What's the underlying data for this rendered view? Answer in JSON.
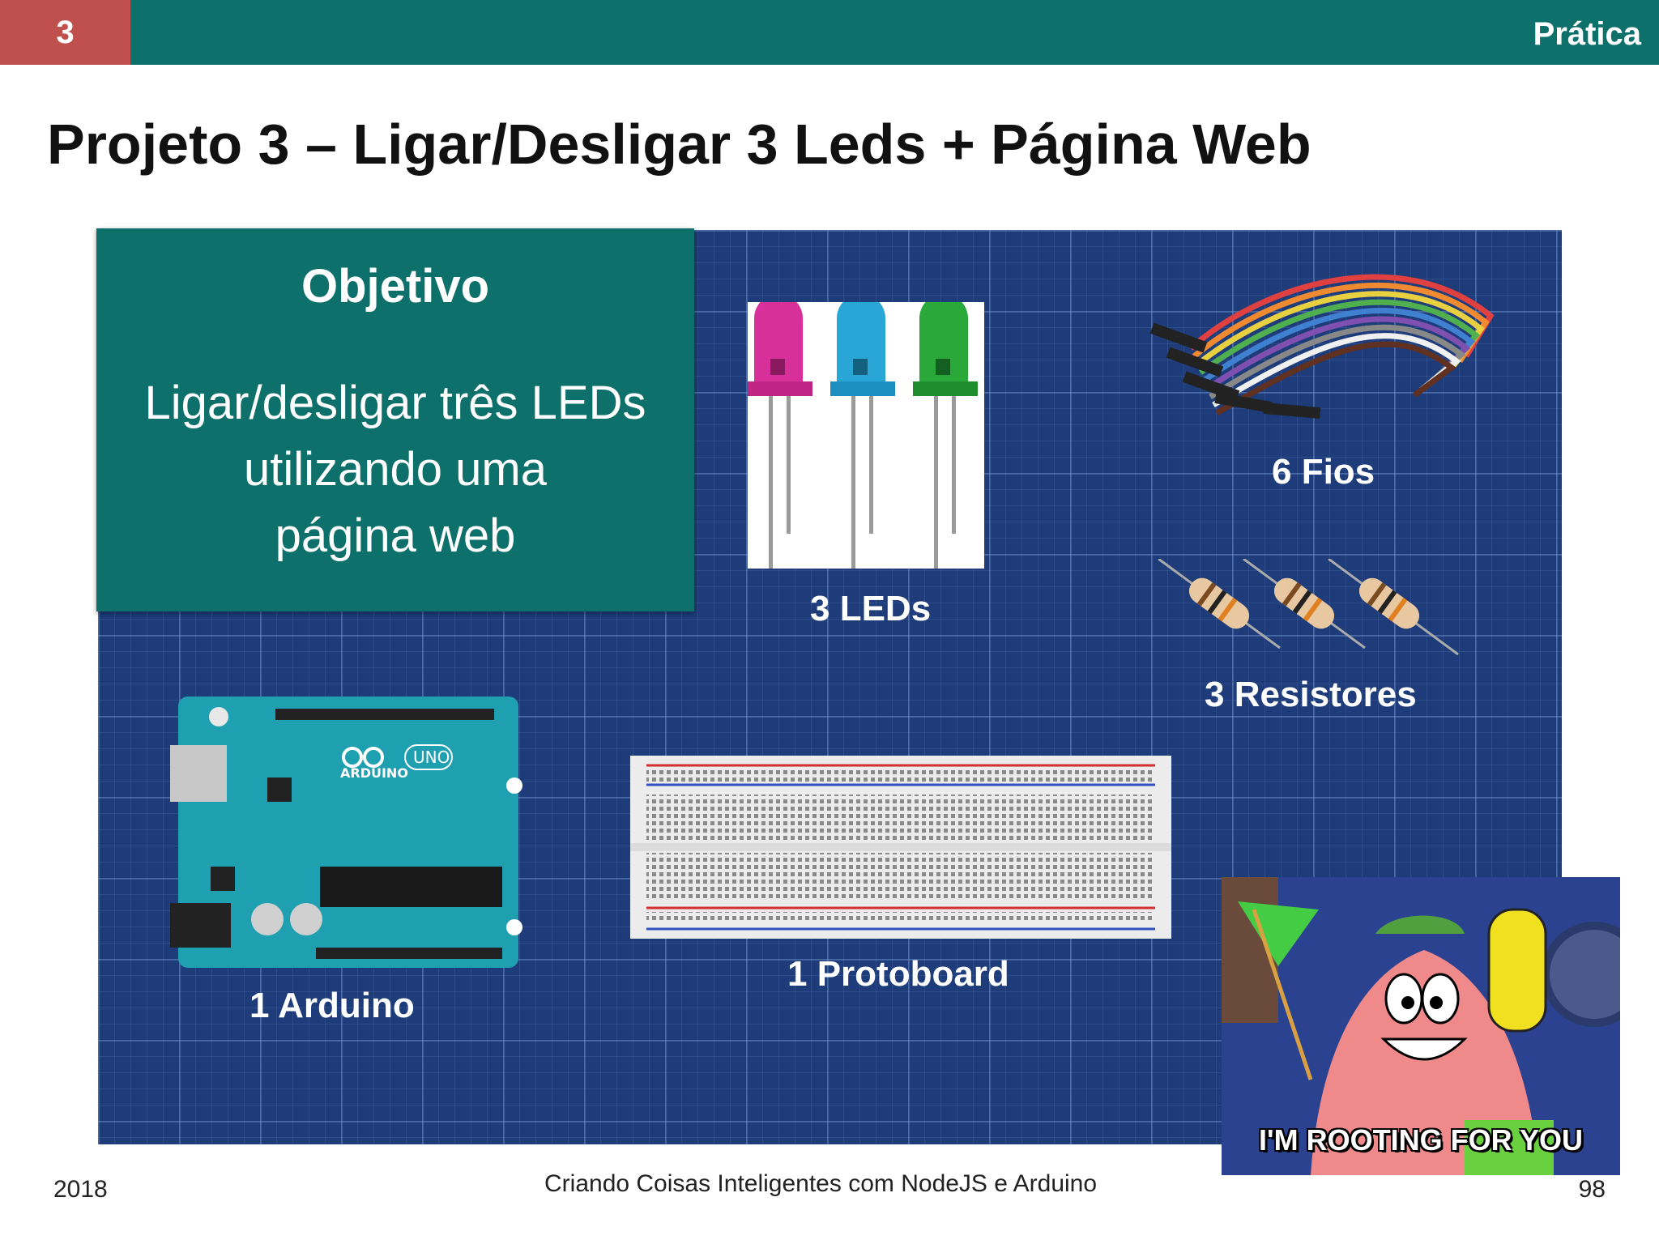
{
  "header": {
    "section_number": "3",
    "section_title": "Prática"
  },
  "slide": {
    "title": "Projeto 3 – Ligar/Desligar 3 Leds + Página Web"
  },
  "objective": {
    "heading": "Objetivo",
    "lines": [
      "Ligar/desligar três LEDs",
      "utilizando uma",
      "página web"
    ]
  },
  "components": {
    "leds": "3 LEDs",
    "wires": "6 Fios",
    "resistors": "3 Resistores",
    "arduino": "1 Arduino",
    "protoboard": "1 Protoboard"
  },
  "arduino_board": {
    "logo_text": "ARDUINO",
    "model": "UNO"
  },
  "meme": {
    "caption": "I'M ROOTING FOR YOU"
  },
  "footer": {
    "year": "2018",
    "course": "Criando Coisas Inteligentes com NodeJS e Arduino",
    "page": "98"
  },
  "colors": {
    "teal": "#0e706b",
    "red": "#c0504d",
    "blueprint": "#1e3c7a"
  }
}
